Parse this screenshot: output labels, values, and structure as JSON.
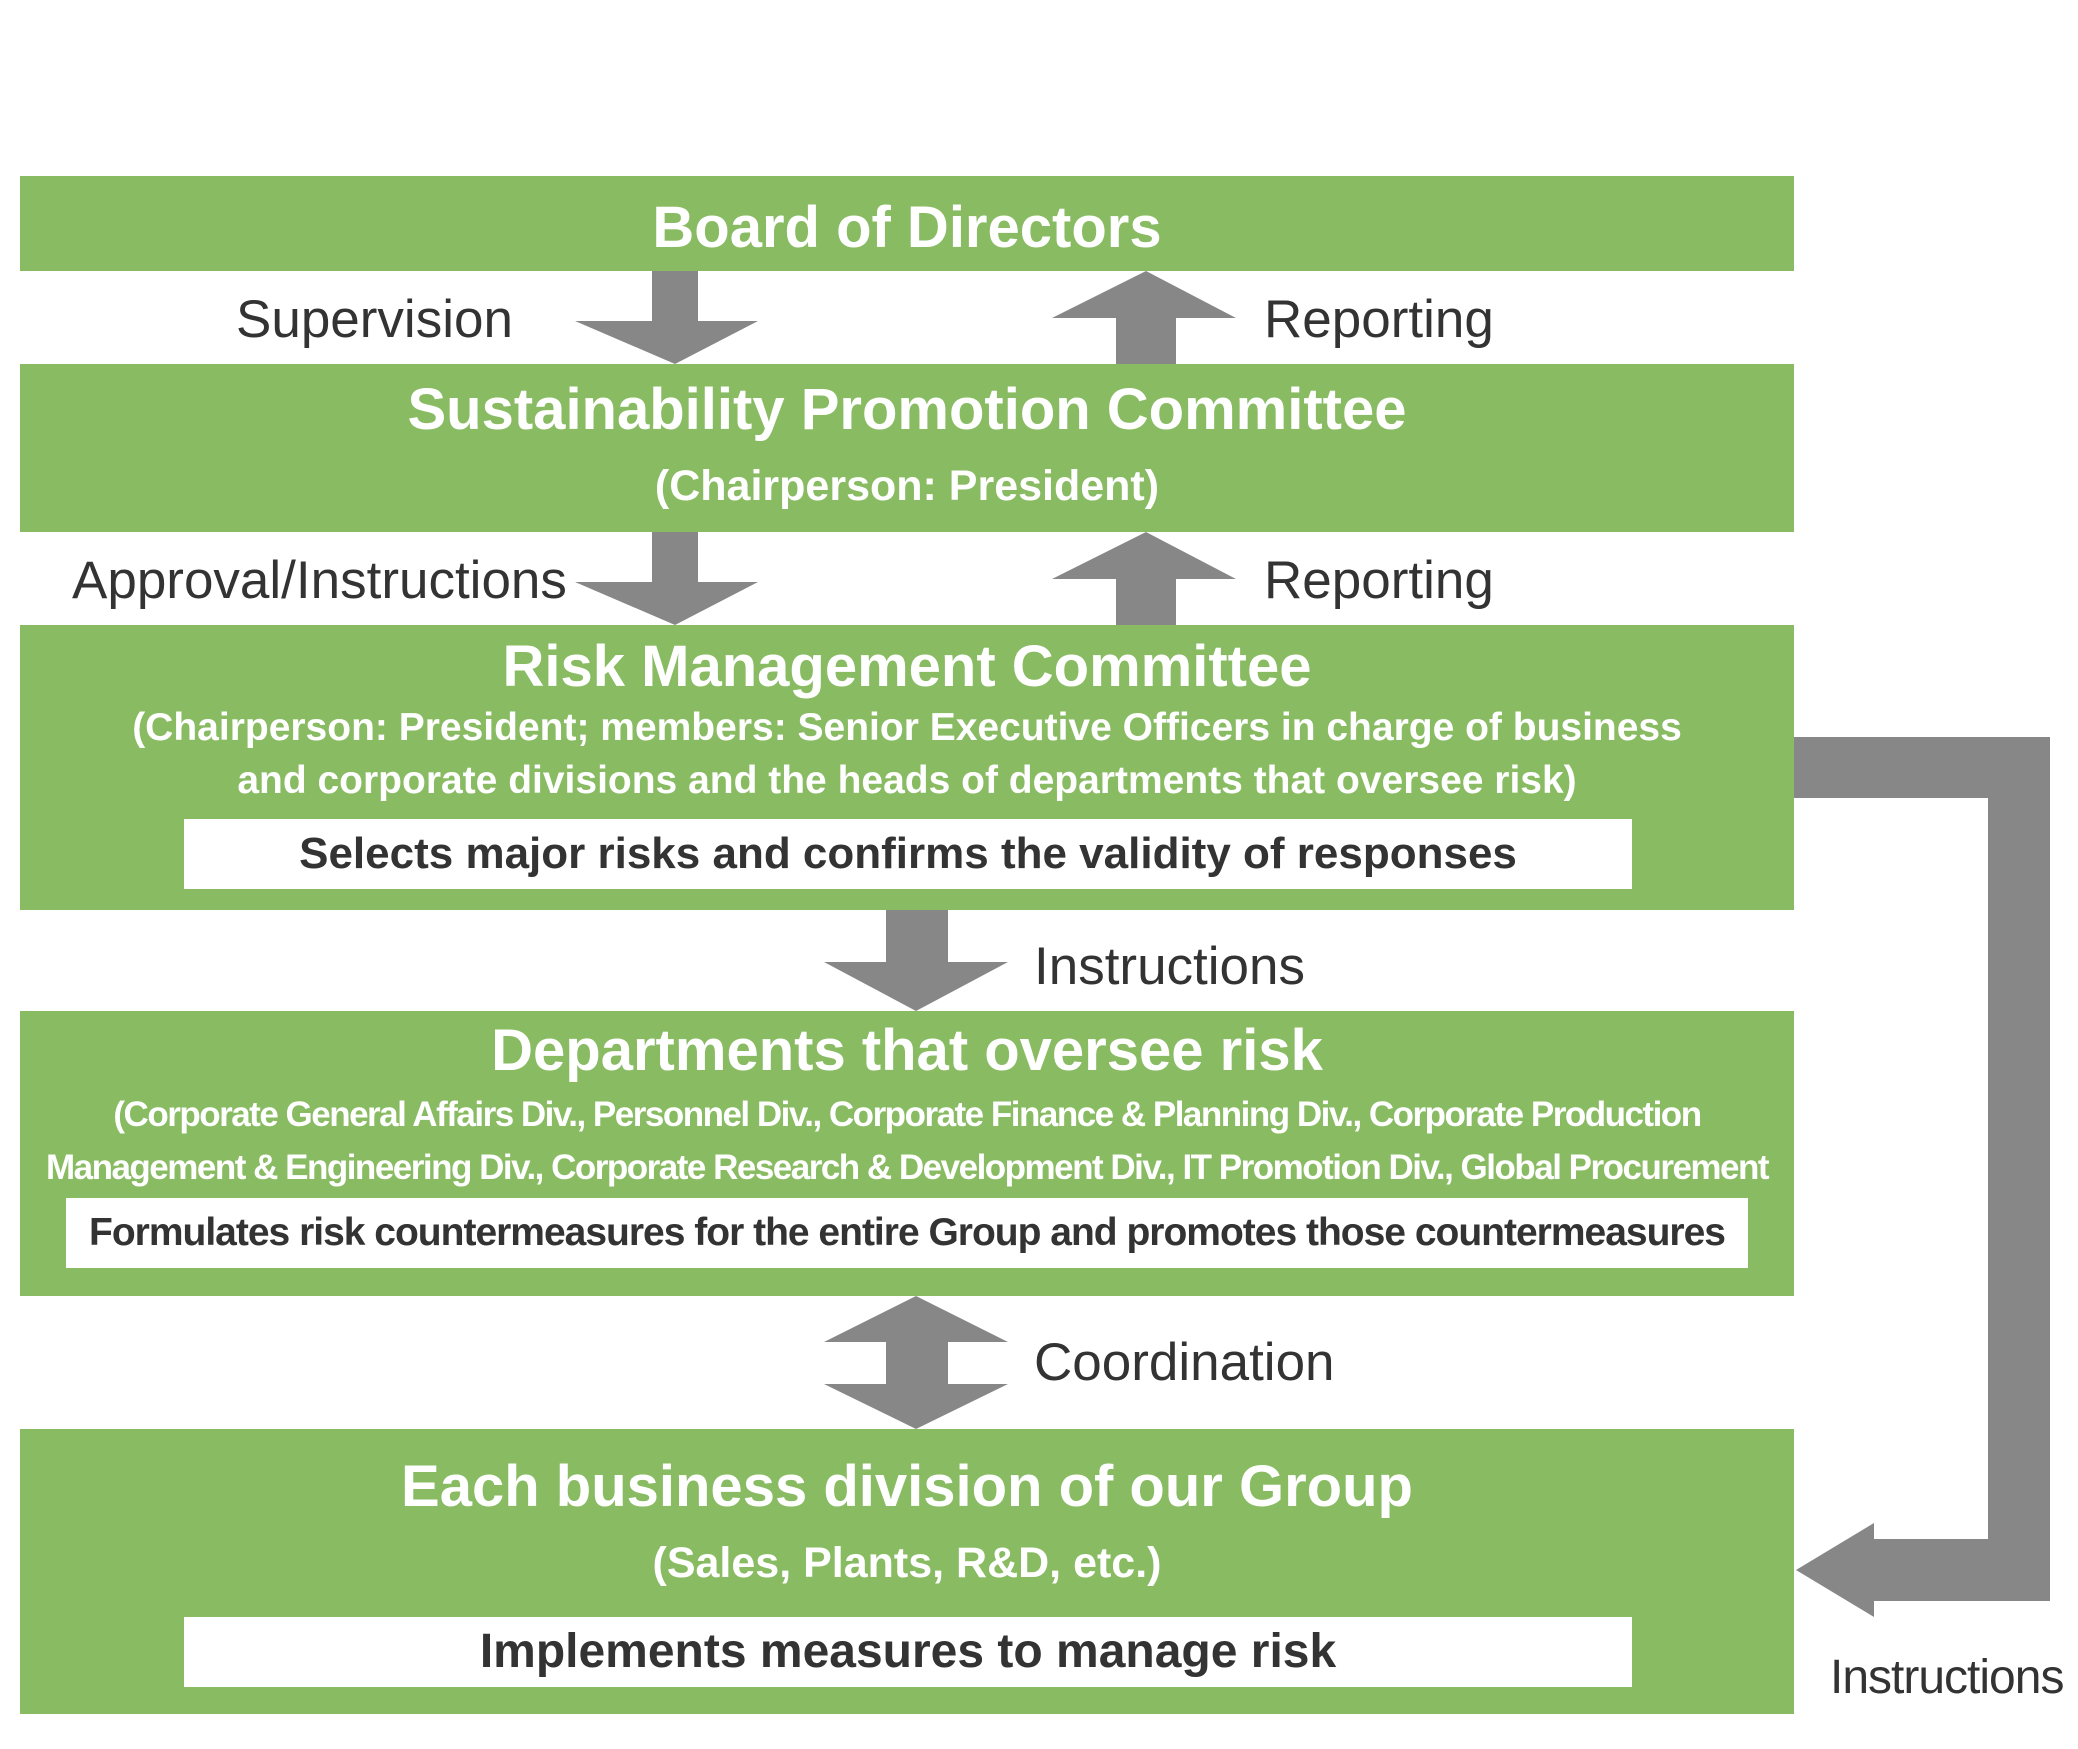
{
  "board": {
    "title": "Board of Directors"
  },
  "spc": {
    "title": "Sustainability Promotion Committee",
    "subtitle": "(Chairperson: President)"
  },
  "rmc": {
    "title": "Risk Management Committee",
    "subtitle": "(Chairperson: President; members: Senior Executive Officers in charge of business and corporate divisions and the heads of departments that oversee risk)",
    "role": "Selects major risks and confirms the validity of responses"
  },
  "dept": {
    "title": "Departments that oversee risk",
    "subtitle": "(Corporate General Affairs Div., Personnel Div., Corporate Finance & Planning Div., Corporate Production Management & Engineering Div., Corporate Research & Development Div., IT Promotion Div., Global Procurement Div., etc.)",
    "role": "Formulates risk countermeasures for the entire Group and promotes those countermeasures"
  },
  "biz": {
    "title": "Each business division of our Group",
    "subtitle": "(Sales, Plants, R&D, etc.)",
    "role": "Implements measures to manage risk"
  },
  "labels": {
    "supervision": "Supervision",
    "reporting_1": "Reporting",
    "approval": "Approval/Instructions",
    "reporting_2": "Reporting",
    "instructions_center": "Instructions",
    "coordination": "Coordination",
    "instructions_right": "Instructions"
  },
  "colors": {
    "box_green": "#88bb62",
    "arrow_gray": "#878787",
    "text_dark": "#333333"
  }
}
